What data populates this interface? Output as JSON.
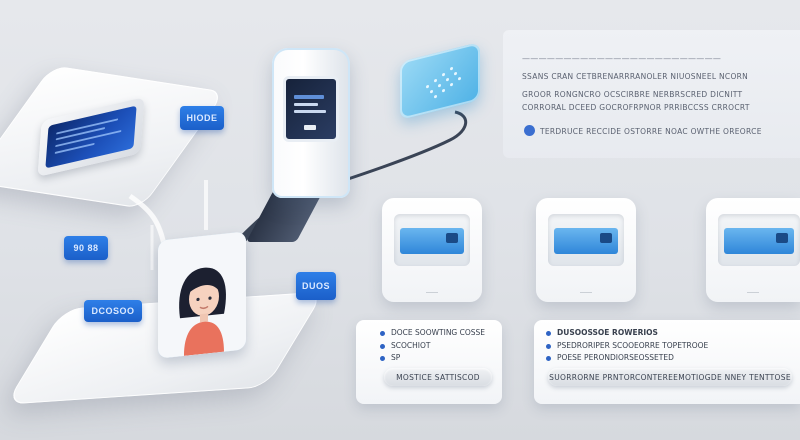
{
  "chips": {
    "chip_1": "HIODE",
    "chip_2": "90 88",
    "chip_3": "DCOSOO",
    "chip_4": "DUOS"
  },
  "info_panel": {
    "line_1": "————————————————————————",
    "line_2": "SSANS CRAN CETBRENARRRANOLER NIUOSNEEL NCORN",
    "line_3": "GROOR RONGNCRO OCSCIRBRE NERBRSCRED DICNITT",
    "line_4": "CORRORAL DCEED GOCROFRPNOR PRRIBCCSS CRROCRT",
    "line_5": "TERDRUCE RECCIDE OSTORRE NOAC OWTHE OREORCE"
  },
  "cards": [
    {
      "caption": "——"
    },
    {
      "caption": "——"
    },
    {
      "caption": "——"
    }
  ],
  "list_left": {
    "row_1": "DOCE SOOWTING COSSE",
    "row_2": "SCOCHIOT",
    "row_3": "SP",
    "button": "MOSTICE SATTISCOD"
  },
  "list_right": {
    "row_1": "DUSOOSSOE ROWERIOS",
    "row_2": "PSEDRORIPER SCOOEORRE TOPETROOE",
    "row_3": "POESE PERONDIORSEOSSETED",
    "button": "SUORRORNE PRNTORCONTEREEMOTIOGDE NNEY TENTTOSE"
  },
  "colors": {
    "accent_blue": "#1b5fc9",
    "light_blue": "#4fb2e6",
    "background": "#e2e5ea"
  }
}
